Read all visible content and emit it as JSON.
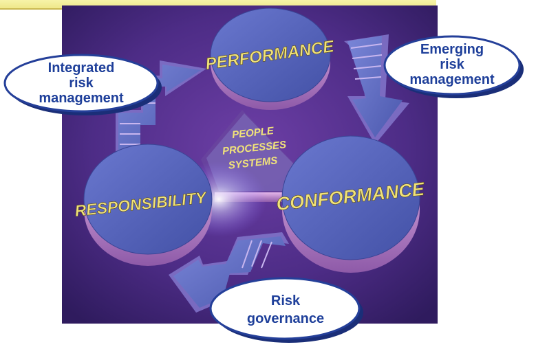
{
  "center_labels": [
    "PEOPLE",
    "PROCESSES",
    "SYSTEMS"
  ],
  "disks": {
    "performance": "PERFORMANCE",
    "conformance": "CONFORMANCE",
    "responsibility": "RESPONSIBILITY"
  },
  "callouts": {
    "integrated": [
      "Integrated",
      "risk",
      "management"
    ],
    "emerging": [
      "Emerging",
      "risk",
      "management"
    ],
    "governance": [
      "Risk",
      "governance"
    ]
  },
  "colors": {
    "background": "#4b2a82",
    "disk_face": "#5561b8",
    "disk_edge": "#c58fd6",
    "disk_text": "#f0e27a",
    "callout_text": "#1e3f9a",
    "callout_border": "#243f99"
  }
}
